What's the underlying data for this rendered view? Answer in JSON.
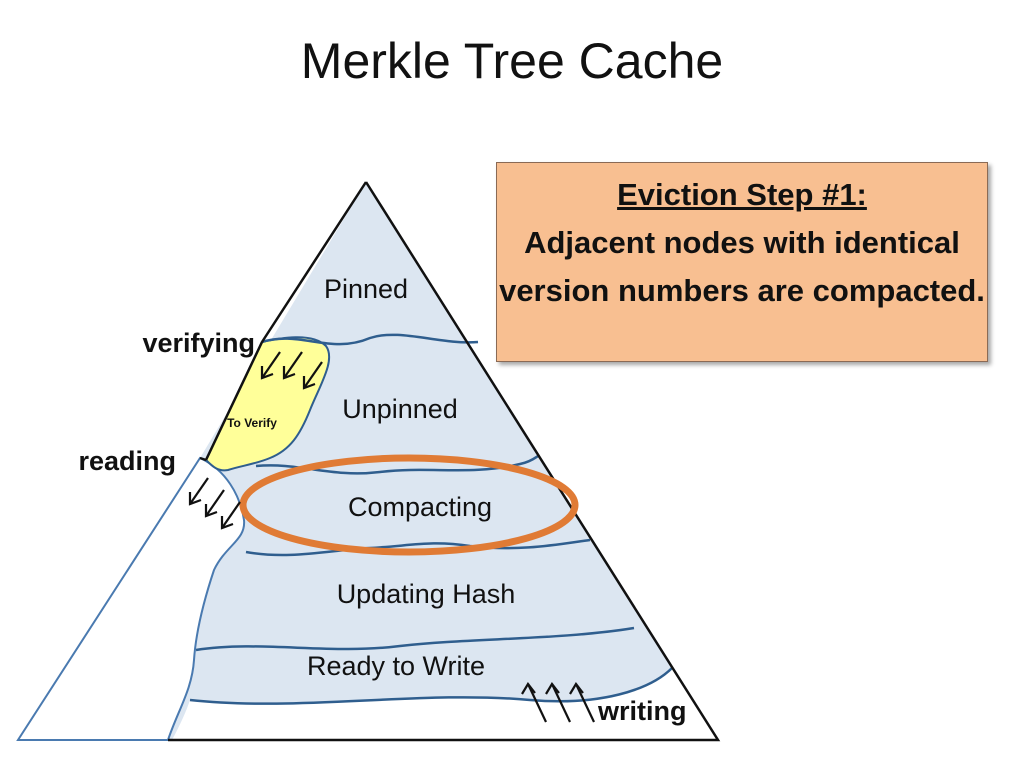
{
  "title": "Merkle Tree Cache",
  "layers": {
    "pinned": "Pinned",
    "unpinned": "Unpinned",
    "compacting": "Compacting",
    "updating_hash": "Updating Hash",
    "ready_to_write": "Ready to Write"
  },
  "to_verify": "To Verify",
  "side_labels": {
    "verifying": "verifying",
    "reading": "reading",
    "writing": "writing"
  },
  "callout": {
    "heading": "Eviction Step #1:",
    "body": "Adjacent nodes with identical version numbers are compacted."
  },
  "colors": {
    "layer_fill": "#dce6f1",
    "layer_stroke": "#2f5e8e",
    "to_verify_fill": "#ffff99",
    "highlight_ring": "#e07b35",
    "callout_fill": "#f8bf91"
  }
}
